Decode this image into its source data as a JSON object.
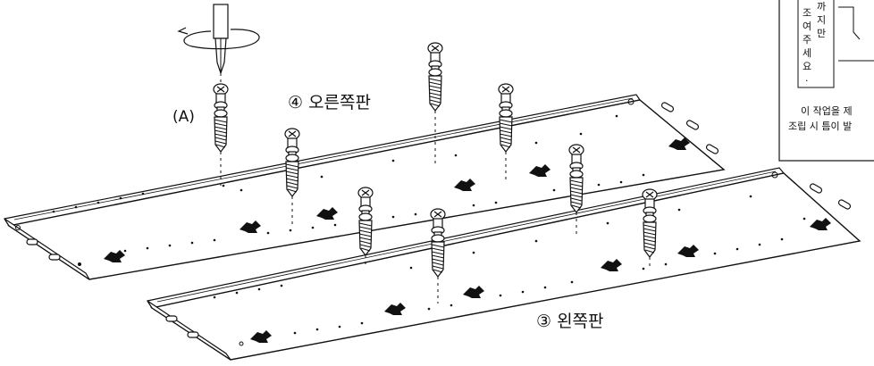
{
  "labels": {
    "screw": "(A)",
    "right_panel": "④ 오른쪽판",
    "left_panel": "③ 왼쪽판"
  },
  "note_box": {
    "columns": [
      [
        "조",
        "여",
        "주",
        "세",
        "요",
        "."
      ],
      [
        "까",
        "지",
        "만"
      ]
    ],
    "line1": "이 작업을 제",
    "line2": "조립 시 틈이 발"
  },
  "icons": {
    "rotation": "rotation-arrow-icon",
    "screwdriver": "screwdriver-icon",
    "cam_lock": "cam-lock-icon"
  },
  "colors": {
    "ink": "#111111",
    "paper": "#ffffff"
  }
}
